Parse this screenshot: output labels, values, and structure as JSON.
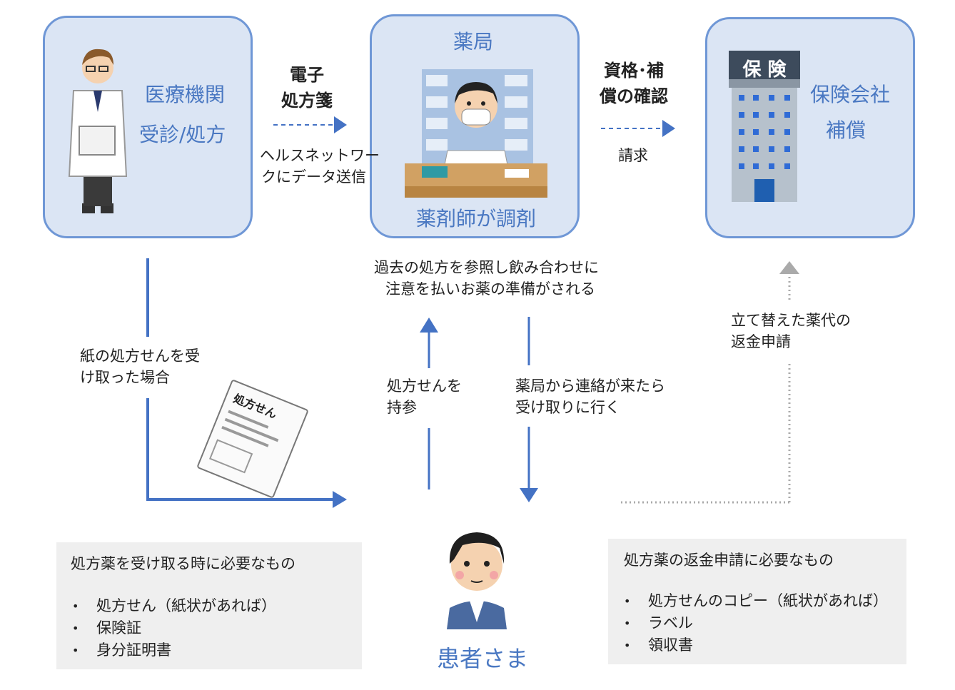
{
  "nodes": {
    "hospital": {
      "line1": "医療機関",
      "line2": "受診/処方"
    },
    "pharmacy": {
      "title": "薬局",
      "caption": "薬剤師が調剤"
    },
    "insurance": {
      "sign": "保 険",
      "line1": "保険会社",
      "line2": "補償"
    },
    "patient": {
      "label": "患者さま"
    }
  },
  "edges": {
    "e_prescription": {
      "bold1": "電子",
      "bold2": "処方箋",
      "sub1": "ヘルスネットワー",
      "sub2": "クにデータ送信"
    },
    "qualification": {
      "bold1": "資格･補",
      "bold2": "償の確認",
      "sub": "請求"
    },
    "paper": {
      "line1": "紙の処方せんを受",
      "line2": "け取った場合"
    },
    "bring": {
      "line1": "処方せんを",
      "line2": "持参"
    },
    "pickup": {
      "line1": "薬局から連絡が来たら",
      "line2": "受け取りに行く"
    },
    "refund": {
      "line1": "立て替えた薬代の",
      "line2": "返金申請"
    }
  },
  "pharmacy_note": {
    "line1": "過去の処方を参照し飲み合わせに",
    "line2": "注意を払いお薬の準備がされる"
  },
  "paper_icon_text": "処方せん",
  "left_panel": {
    "title": "処方薬を受け取る時に必要なもの",
    "items": [
      "処方せん（紙状があれば）",
      "保険証",
      "身分証明書"
    ]
  },
  "right_panel": {
    "title": "処方薬の返金申請に必要なもの",
    "items": [
      "処方せんのコピー（紙状があれば）",
      "ラベル",
      "領収書"
    ]
  },
  "colors": {
    "accent": "#4472c4",
    "box_fill": "#dbe5f4",
    "box_border": "#6f97d6",
    "label_blue": "#4a78c2"
  }
}
